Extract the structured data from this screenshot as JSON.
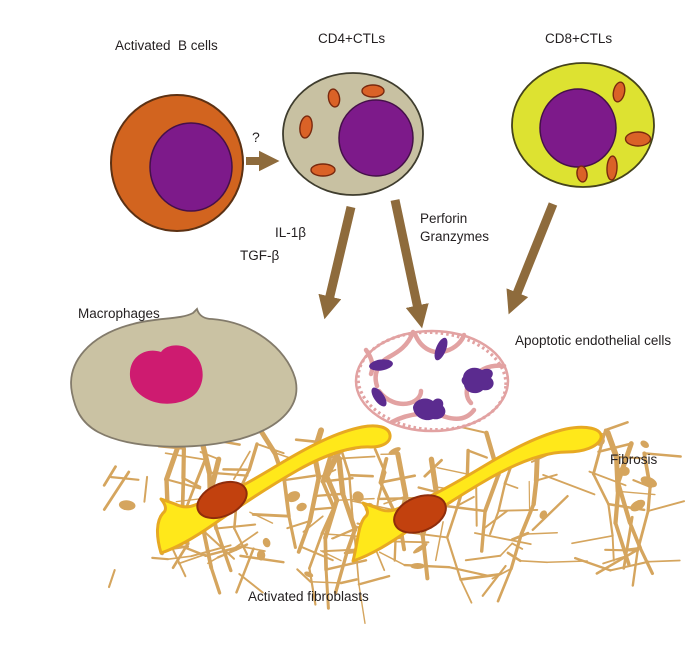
{
  "diagram": {
    "title_context": "Immune-cell-driven fibrosis schematic",
    "labels": {
      "b_cells": "Activated  B cells",
      "cd4": "CD4+CTLs",
      "cd8": "CD8+CTLs",
      "question": "?",
      "il1b": "IL-1β",
      "tgfb": "TGF-β",
      "perforin": "Perforin",
      "granzymes": "Granzymes",
      "macrophages": "Macrophages",
      "apoptotic": "Apoptotic endothelial cells",
      "fibrosis": "Fibrosis",
      "fibroblasts": "Activated fibroblasts"
    },
    "colors": {
      "b_cell_body": "#d2641f",
      "nucleus_purple": "#7d1a8a",
      "cd4_body": "#c8c1a2",
      "cd8_body": "#dde231",
      "granule_orange": "#da6227",
      "arrow_brown": "#8e6b3c",
      "macrophage_body": "#cac2a3",
      "macrophage_nucleus": "#ce1b70",
      "apoptotic_pink": "#e2a2a2",
      "apoptotic_fragment": "#5b2b8f",
      "ecm_tan": "#d5a55e",
      "fibroblast_body": "#ffe81a",
      "fibroblast_outline": "#e7a922",
      "fibroblast_nucleus": "#c2410e",
      "text": "#231f20"
    }
  }
}
